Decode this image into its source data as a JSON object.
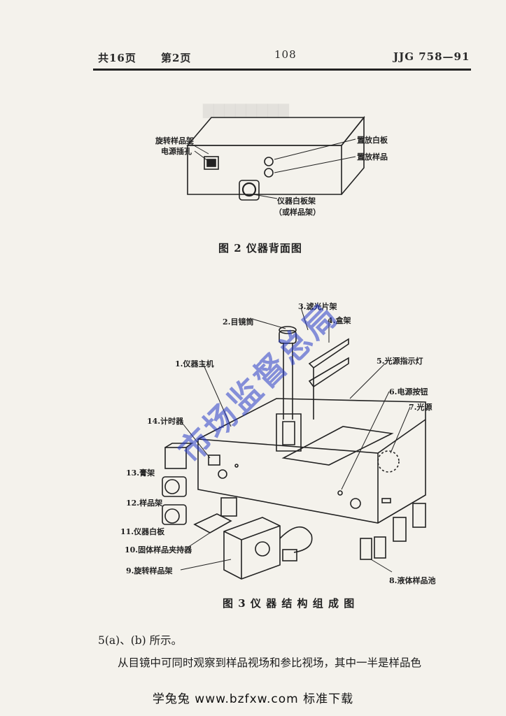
{
  "header": {
    "pages": "共16页",
    "current_page": "第2页",
    "page_number": "108",
    "standard_code": "JJG 758—91"
  },
  "figure2": {
    "caption": "图 2   仪器背面图",
    "labels": {
      "rotating_holder": "旋转样品架",
      "power_socket": "电源插孔",
      "white_board": "置放白板",
      "sample_place": "置放样品",
      "holder_line1": "仪器白板架",
      "holder_line2": "（或样品架）"
    }
  },
  "figure3": {
    "caption": "图 3   仪 器 结 构 组 成 图",
    "labels": {
      "l1": "1.仪器主机",
      "l2": "2.目镜筒",
      "l3": "3.滤光片架",
      "l4": "4.盒架",
      "l5": "5.光源指示灯",
      "l6": "6.电源按钮",
      "l7": "7.光源",
      "l8": "8.液体样品池",
      "l9": "9.旋转样品架",
      "l10": "10.固体样品夹持器",
      "l11": "11.仪器白板",
      "l12": "12.样品架",
      "l13": "13.膏架",
      "l14": "14.计时器"
    }
  },
  "body": {
    "line1": "5(a)、(b) 所示。",
    "line2": "从目镜中可同时观察到样品视场和参比视场，其中一半是样品色"
  },
  "watermark": "市场监督总局",
  "footer": "学兔兔 www.bzfxw.com 标准下载"
}
